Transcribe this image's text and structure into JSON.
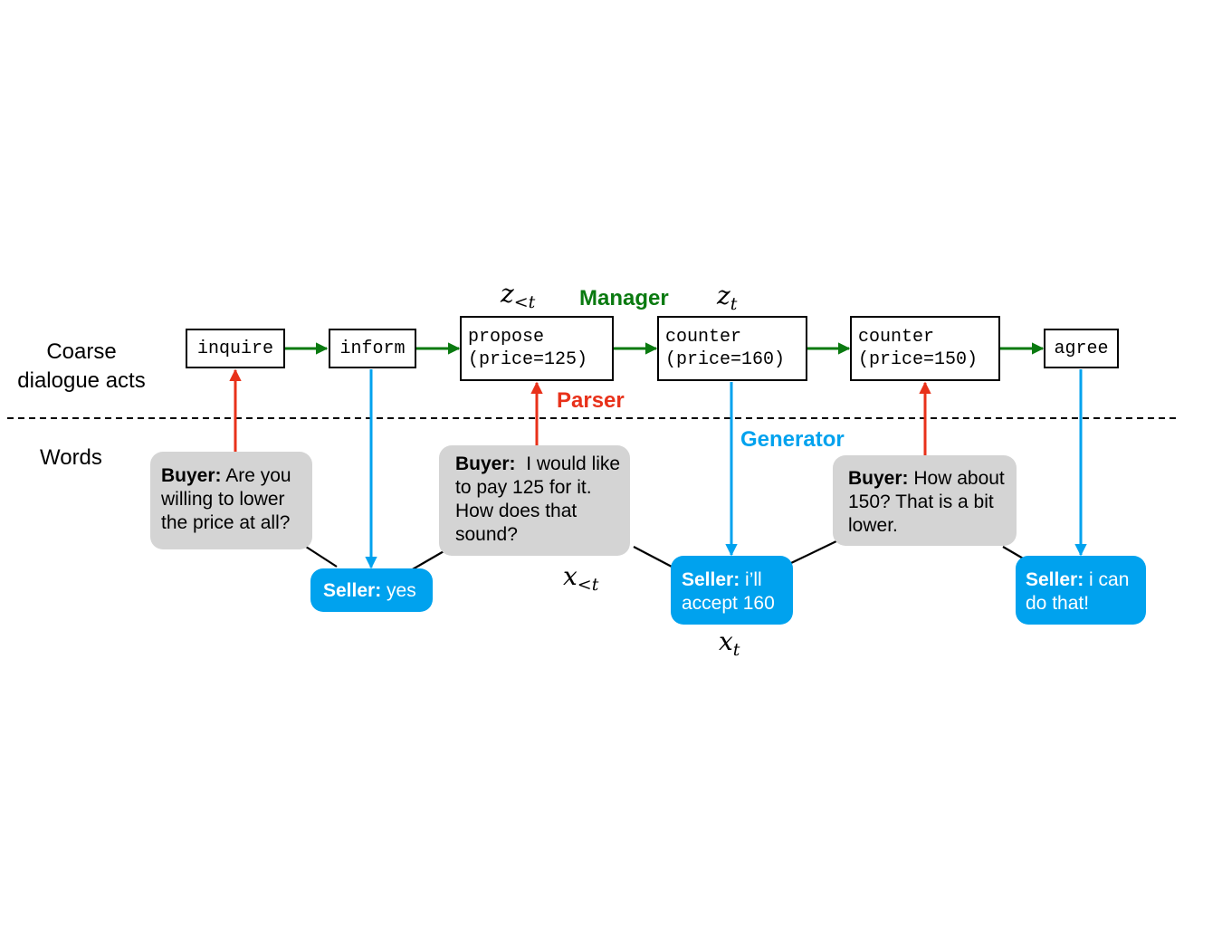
{
  "labels": {
    "coarse_line1": "Coarse",
    "coarse_line2": "dialogue acts",
    "words": "Words"
  },
  "components": {
    "manager": "Manager",
    "parser": "Parser",
    "generator": "Generator"
  },
  "math": {
    "z_prev": {
      "base": "z",
      "sub": "<t"
    },
    "z_curr": {
      "base": "z",
      "sub": "t"
    },
    "x_prev": {
      "base": "x",
      "sub": "<t"
    },
    "x_curr": {
      "base": "x",
      "sub": "t"
    }
  },
  "acts": [
    {
      "line1": "inquire",
      "line2": ""
    },
    {
      "line1": "inform",
      "line2": ""
    },
    {
      "line1": "propose",
      "line2": "(price=125)"
    },
    {
      "line1": "counter",
      "line2": "(price=160)"
    },
    {
      "line1": "counter",
      "line2": "(price=150)"
    },
    {
      "line1": "agree",
      "line2": ""
    }
  ],
  "utterances": [
    {
      "speaker": "Buyer:",
      "text": " Are you willing to lower the price at all?"
    },
    {
      "speaker": "Seller:",
      "text": " yes"
    },
    {
      "speaker": "Buyer:",
      "text": "  I would like to pay 125 for it.  How does that sound?"
    },
    {
      "speaker": "Seller:",
      "text": " i’ll accept 160"
    },
    {
      "speaker": "Buyer:",
      "text": " How about 150? That is a bit lower."
    },
    {
      "speaker": "Seller:",
      "text": " i can do that!"
    }
  ],
  "colors": {
    "manager": "#0a7a10",
    "parser": "#e8311a",
    "generator": "#00a2ee",
    "buyer_bubble": "#d4d4d4",
    "seller_bubble": "#00a2ee"
  }
}
